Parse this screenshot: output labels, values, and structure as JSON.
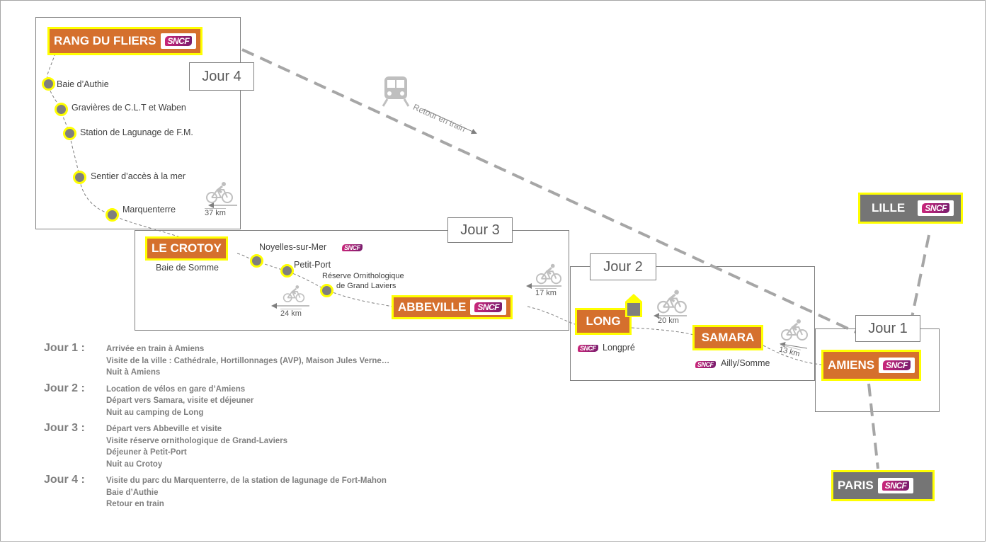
{
  "days": {
    "jour4": "Jour 4",
    "jour3": "Jour 3",
    "jour2": "Jour 2",
    "jour1": "Jour 1"
  },
  "stations": {
    "rang_du_fliers": "RANG DU FLIERS",
    "le_crotoy": "LE CROTOY",
    "abbeville": "ABBEVILLE",
    "long": "LONG",
    "samara": "SAMARA",
    "amiens": "AMIENS",
    "lille": "LILLE",
    "paris": "PARIS"
  },
  "sncf_logo": "SNCF",
  "places": {
    "baie_authie": "Baie d’Authie",
    "gravieres": "Gravières de C.L.T et Waben",
    "lagunage": "Station de Lagunage de F.M.",
    "sentier": "Sentier d’accès à la mer",
    "marquenterre": "Marquenterre",
    "baie_somme": "Baie de Somme",
    "noyelles": "Noyelles-sur-Mer",
    "petit_port": "Petit-Port",
    "reserve_1": "Réserve Ornithologique",
    "reserve_2": "de Grand Laviers",
    "longpre": "Longpré",
    "ailly": "Ailly/Somme"
  },
  "distances": {
    "d4": "37 km",
    "d3": "24 km",
    "d3b": "17 km",
    "d2": "20 km",
    "d1": "13 km"
  },
  "return_label": "Retour en train",
  "legend": [
    {
      "label": "Jour 1 :",
      "lines": [
        "Arrivée en train à Amiens",
        "Visite de la ville : Cathédrale, Hortillonnages (AVP), Maison Jules Verne…",
        "Nuit à Amiens"
      ]
    },
    {
      "label": "Jour 2 :",
      "lines": [
        "Location de vélos en gare d’Amiens",
        "Départ vers Samara, visite et déjeuner",
        "Nuit au camping de Long"
      ]
    },
    {
      "label": "Jour 3 :",
      "lines": [
        "Départ vers Abbeville et visite",
        "Visite réserve ornithologique de Grand-Laviers",
        "Déjeuner à Petit-Port",
        "Nuit au Crotoy"
      ]
    },
    {
      "label": "Jour 4 :",
      "lines": [
        "Visite du parc du Marquenterre, de la station de lagunage de Fort-Mahon",
        "Baie d’Authie",
        "Retour en train"
      ]
    }
  ],
  "colors": {
    "station_orange": "#d5702d",
    "station_gray": "#757575",
    "highlight_yellow": "#ffff00",
    "dot_gray": "#7f7f7f"
  },
  "icons": [
    "train-icon",
    "bike-icon",
    "house-icon",
    "sncf-logo"
  ]
}
